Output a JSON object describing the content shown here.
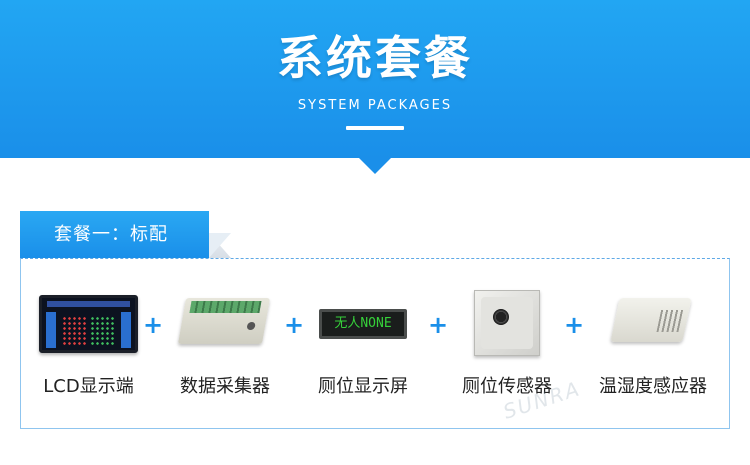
{
  "banner": {
    "title": "系统套餐",
    "subtitle": "SYSTEM PACKAGES"
  },
  "package": {
    "tag": "套餐一：标配",
    "plus_symbol": "+",
    "items": [
      {
        "label": "LCD显示端",
        "icon": "lcd-display-icon"
      },
      {
        "label": "数据采集器",
        "icon": "data-collector-icon"
      },
      {
        "label": "厕位显示屏",
        "icon": "led-display-icon",
        "screen_text": "无人NONE"
      },
      {
        "label": "厕位传感器",
        "icon": "occupancy-sensor-icon"
      },
      {
        "label": "温湿度感应器",
        "icon": "temperature-humidity-sensor-icon"
      }
    ]
  },
  "watermark": "SUNRA",
  "colors": {
    "accent": "#1a8fe9",
    "banner": "#22a6f3",
    "text": "#222222"
  }
}
